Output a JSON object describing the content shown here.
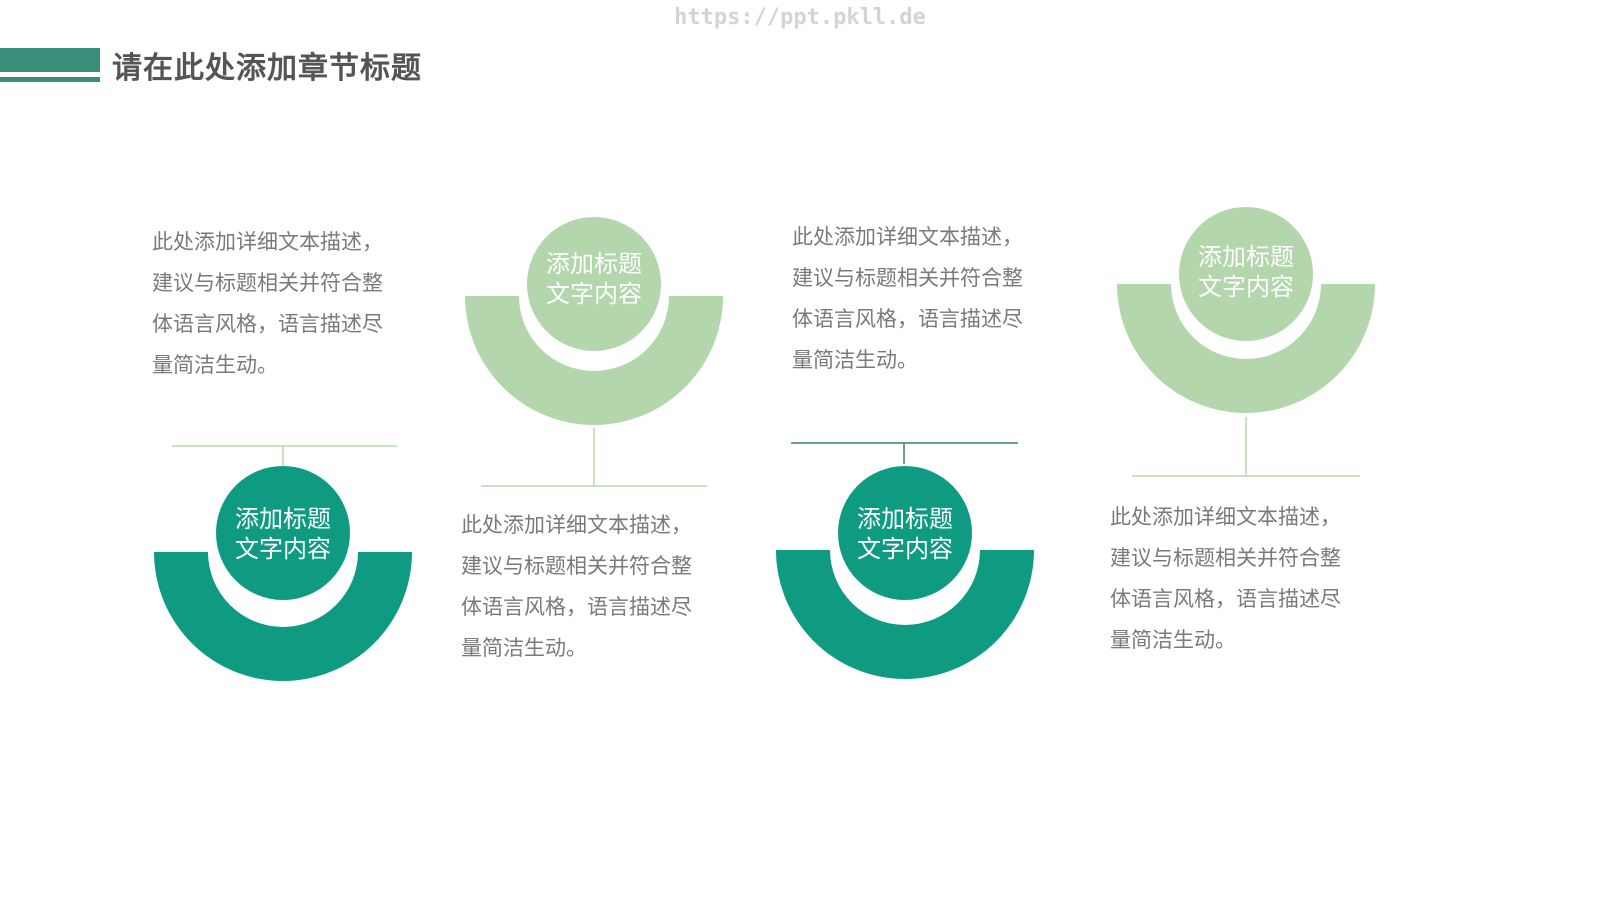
{
  "watermark": "https://ppt.pkll.de",
  "header": {
    "title": "请在此处添加章节标题",
    "accent_color": "#3a8f7a"
  },
  "colors": {
    "dark_green": "#0e9b82",
    "light_green": "#b3d6ad",
    "connector_dark": "#3a7f75",
    "connector_light": "#b8d8b0",
    "text_gray": "#7a7a7a"
  },
  "items": [
    {
      "circle_label_line1": "添加标题",
      "circle_label_line2": "文字内容",
      "description": [
        "此处添加详细文本描述，",
        "建议与标题相关并符合整",
        "体语言风格，语言描述尽",
        "量简洁生动。"
      ],
      "color": "dark"
    },
    {
      "circle_label_line1": "添加标题",
      "circle_label_line2": "文字内容",
      "description": [
        "此处添加详细文本描述，",
        "建议与标题相关并符合整",
        "体语言风格，语言描述尽",
        "量简洁生动。"
      ],
      "color": "light"
    },
    {
      "circle_label_line1": "添加标题",
      "circle_label_line2": "文字内容",
      "description": [
        "此处添加详细文本描述，",
        "建议与标题相关并符合整",
        "体语言风格，语言描述尽",
        "量简洁生动。"
      ],
      "color": "dark"
    },
    {
      "circle_label_line1": "添加标题",
      "circle_label_line2": "文字内容",
      "description": [
        "此处添加详细文本描述，",
        "建议与标题相关并符合整",
        "体语言风格，语言描述尽",
        "量简洁生动。"
      ],
      "color": "light"
    }
  ]
}
